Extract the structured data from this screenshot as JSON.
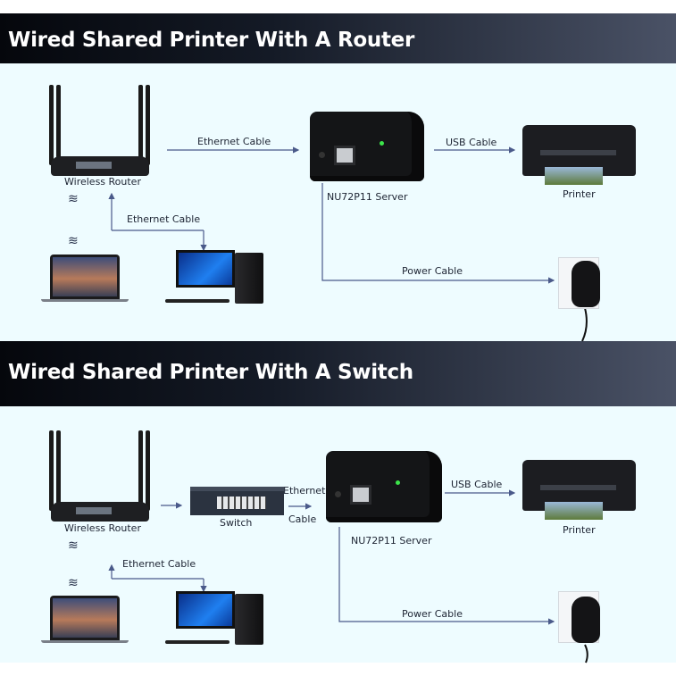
{
  "sections": [
    {
      "title": "Wired Shared Printer With A Router",
      "labels": {
        "router": "Wireless Router",
        "eth_router_server": "Ethernet Cable",
        "server": "NU72P11 Server",
        "usb": "USB Cable",
        "printer": "Printer",
        "eth_router_pc": "Ethernet Cable",
        "power": "Power Cable"
      }
    },
    {
      "title": "Wired Shared Printer With A Switch",
      "labels": {
        "router": "Wireless Router",
        "switch": "Switch",
        "eth_line1": "Ethernet",
        "eth_line2": "Cable",
        "server": "NU72P11 Server",
        "usb": "USB Cable",
        "printer": "Printer",
        "eth_router_pc": "Ethernet Cable",
        "power": "Power Cable"
      }
    }
  ],
  "colors": {
    "header_dark": "#05070c",
    "background": "#eefcff",
    "line": "#4a5a8a",
    "led": "#3ce44a"
  }
}
